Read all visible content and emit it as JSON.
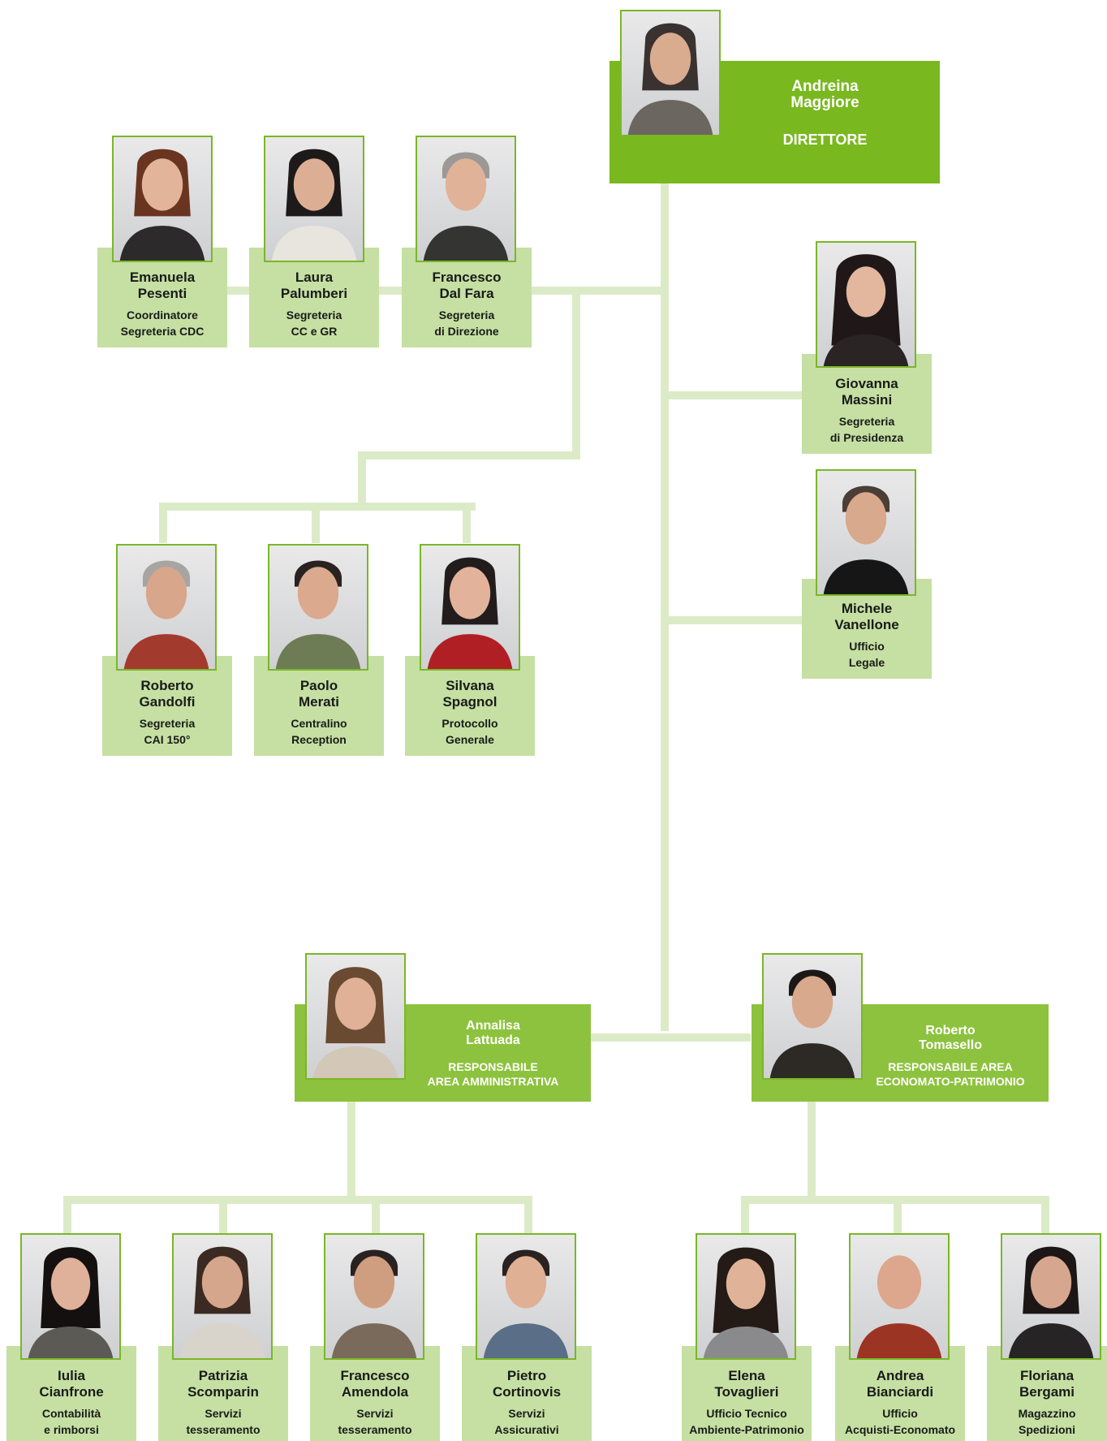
{
  "director": {
    "first": "Andreina",
    "last": "Maggiore",
    "role": "DIRETTORE"
  },
  "staff": {
    "pesenti": {
      "first": "Emanuela",
      "last": "Pesenti",
      "role1": "Coordinatore",
      "role2": "Segreteria CDC"
    },
    "palumberi": {
      "first": "Laura",
      "last": "Palumberi",
      "role1": "Segreteria",
      "role2": "CC e GR"
    },
    "dalfara": {
      "first": "Francesco",
      "last": "Dal Fara",
      "role1": "Segreteria",
      "role2": "di Direzione"
    },
    "massini": {
      "first": "Giovanna",
      "last": "Massini",
      "role1": "Segreteria",
      "role2": "di Presidenza"
    },
    "vanellone": {
      "first": "Michele",
      "last": "Vanellone",
      "role1": "Ufficio",
      "role2": "Legale"
    },
    "gandolfi": {
      "first": "Roberto",
      "last": "Gandolfi",
      "role1": "Segreteria",
      "role2": "CAI 150°"
    },
    "merati": {
      "first": "Paolo",
      "last": "Merati",
      "role1": "Centralino",
      "role2": "Reception"
    },
    "spagnol": {
      "first": "Silvana",
      "last": "Spagnol",
      "role1": "Protocollo",
      "role2": "Generale"
    },
    "cianfrone": {
      "first": "Iulia",
      "last": "Cianfrone",
      "role1": "Contabilità",
      "role2": "e rimborsi"
    },
    "scomparin": {
      "first": "Patrizia",
      "last": "Scomparin",
      "role1": "Servizi",
      "role2": "tesseramento"
    },
    "amendola": {
      "first": "Francesco",
      "last": "Amendola",
      "role1": "Servizi",
      "role2": "tesseramento"
    },
    "cortinovis": {
      "first": "Pietro",
      "last": "Cortinovis",
      "role1": "Servizi",
      "role2": "Assicurativi"
    },
    "tovaglieri": {
      "first": "Elena",
      "last": "Tovaglieri",
      "role1": "Ufficio Tecnico",
      "role2": "Ambiente-Patrimonio"
    },
    "bianciardi": {
      "first": "Andrea",
      "last": "Bianciardi",
      "role1": "Ufficio",
      "role2": "Acquisti-Economato"
    },
    "bergami": {
      "first": "Floriana",
      "last": "Bergami",
      "role1": "Magazzino",
      "role2": "Spedizioni"
    }
  },
  "managers": {
    "lattuada": {
      "first": "Annalisa",
      "last": "Lattuada",
      "role1": "RESPONSABILE",
      "role2": "AREA AMMINISTRATIVA"
    },
    "tomasello": {
      "first": "Roberto",
      "last": "Tomasello",
      "role1": "RESPONSABILE  AREA",
      "role2": "ECONOMATO-PATRIMONIO"
    }
  },
  "colors": {
    "card": "#c5e0a2",
    "header": "#8dc23e",
    "director": "#79b81f",
    "connector": "#dcebc7",
    "photo_border": "#7ab726"
  }
}
